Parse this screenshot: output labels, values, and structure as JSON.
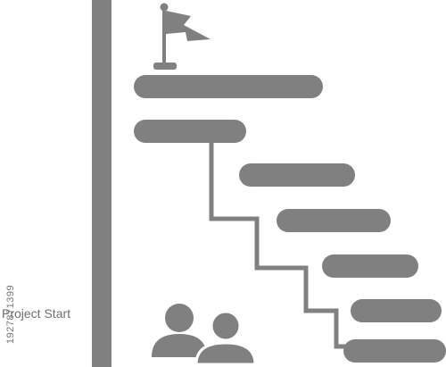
{
  "label": "Project Start",
  "side_id": "1927871399",
  "colors": {
    "main": "#808080",
    "background": "#ffffff",
    "text": "#6e6e6e"
  },
  "icons": {
    "top": "flag-icon",
    "bottom": "people-icon"
  },
  "task_count": 7
}
